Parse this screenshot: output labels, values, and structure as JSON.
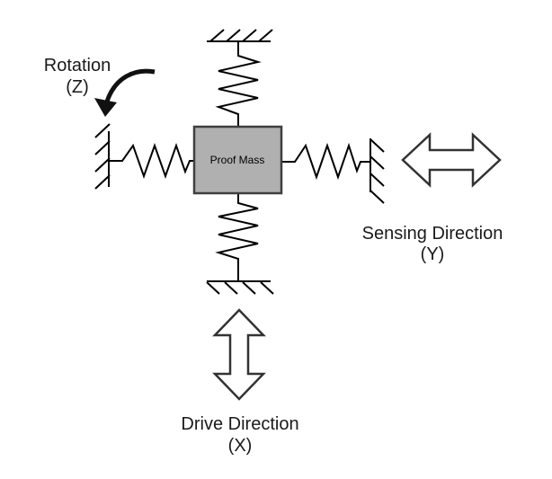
{
  "diagram": {
    "proof_mass_label": "Proof Mass",
    "labels": {
      "rotation": {
        "title": "Rotation",
        "axis": "(Z)"
      },
      "sensing": {
        "title": "Sensing Direction",
        "axis": "(Y)"
      },
      "drive": {
        "title": "Drive Direction",
        "axis": "(X)"
      }
    },
    "icons": {
      "rotation_arrow": "curved-arrow-counterclockwise",
      "sensing_arrow": "double-headed-arrow-horizontal",
      "drive_arrow": "double-headed-arrow-vertical"
    },
    "colors": {
      "background": "#ffffff",
      "line": "#000000",
      "proof_mass_fill": "#b0b0b0",
      "proof_mass_border": "#3f3f3f",
      "arrow_outline": "#333333",
      "text": "#1a1a1a"
    }
  }
}
